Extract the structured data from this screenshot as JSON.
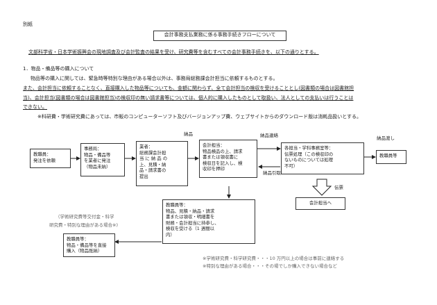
{
  "header_label": "別紙",
  "title": "会計事務支払業務に係る事務手続きフローについて",
  "intro": "文部科学省・日本学術振興会の現地調査及び会計監査の結果を受け、研究費等を含むすべての会計事務手続きを、以下の通りとする。",
  "section": {
    "heading": "1．物品・備品等の購入について",
    "para1": "物品等の購入に関しては、緊急時等特別な理由がある場合以外は、事務局総務課会計担当に依頼するものとする。",
    "para2_lines": [
      "また、会計担当に依頼することなく、直接購入した物品等についても、金額に関わらず、全て会計担当の検収を受けることとし(図書類の場合は図書館担",
      "当)、会計担当(図書類の場合は図書館担当)の検収印の無い請求書等については、個人的に購入したものとして取扱い、法人としての支払いは行うことは",
      "できない。"
    ],
    "note": "※科研費・学術研究費にあっては、市販のコンピューターソフト及びバージョンアップ費、ウェブサイトからのダウンロード版は消耗品扱いとする。"
  },
  "flow": {
    "box1": [
      "教職員：",
      "発注を依頼"
    ],
    "box2": [
      "事務局：",
      "物品・備品等",
      "を業者に発注",
      "（物品未納）"
    ],
    "box3": [
      "業者：",
      "総務課会計担",
      "当 に 納 品 の",
      "上、見積・納",
      "品・請求書の",
      "提出"
    ],
    "box4": [
      "会計担当：",
      "物品検品の上、請求",
      "書または領収書に",
      "検収日を記入し、検",
      "収印を押印"
    ],
    "box5": [
      "各担当・学科事務室等：",
      "伝票処理（この検収印の",
      "ないものについては処理",
      "不可）"
    ],
    "box6": [
      "教職員等"
    ],
    "box7": [
      "会計担当へ"
    ],
    "box8": [
      "教職員等：",
      "物品、見積・納品・請求",
      "書または領収・明細書を",
      "財務・会計担当に持参し、",
      "検収を受ける（1 週間以",
      "内）"
    ],
    "box9": [
      "教職員等：",
      "物品・備品等を直接",
      "購入（物品既納）"
    ],
    "label_nohin": "納品",
    "label_renraku": "納品連絡",
    "label_hikitori": "納品引取",
    "label_watashi": "納品渡し",
    "label_denpyo": "伝票",
    "side_note": [
      "（学術研究費等交付金・科学",
      "研究費・特別な理由がある場合※)"
    ],
    "footnote1": "※学術研究費・科学研究費・・・10 万円以上の場合は事前に連絡する",
    "footnote2": "※特別な理由がある場合・・・その場でしか購入できない場合など"
  }
}
